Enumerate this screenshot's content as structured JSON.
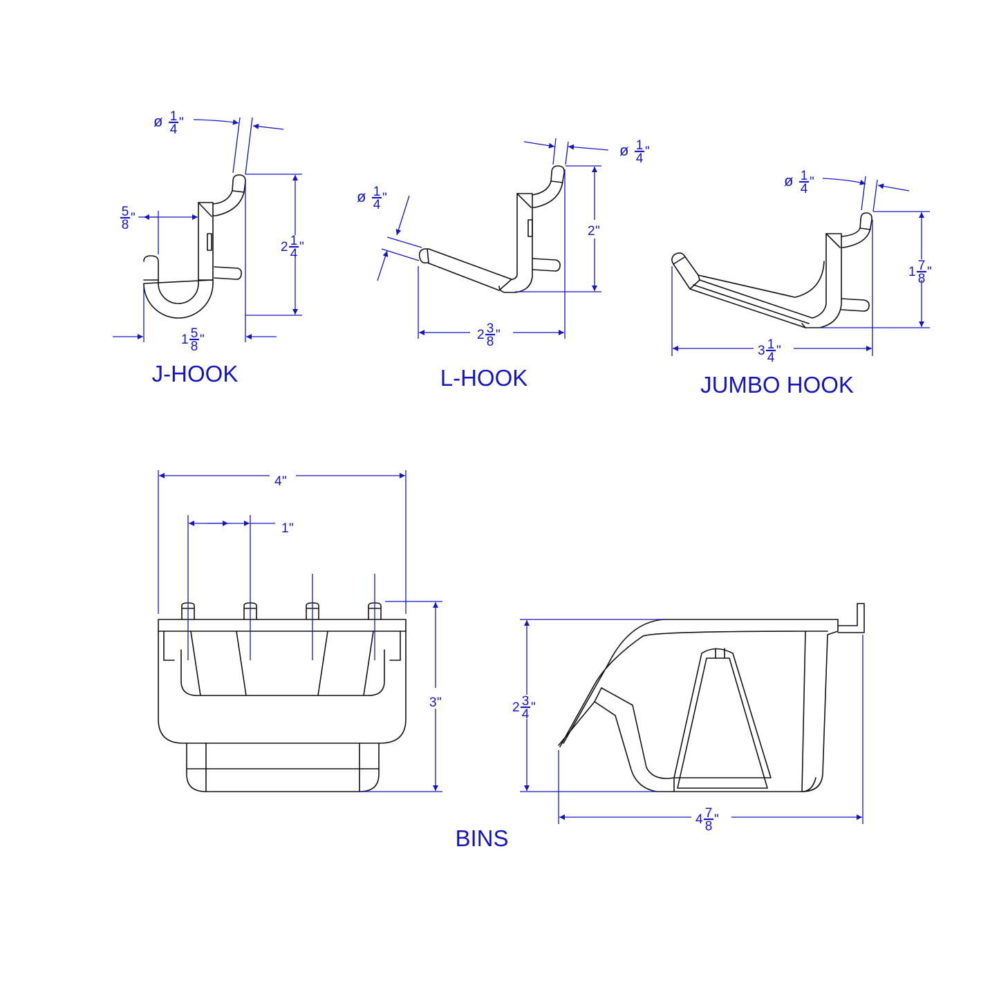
{
  "colors": {
    "dimension": "#1414c0",
    "drawing": "#111111",
    "background": "#ffffff"
  },
  "labels": {
    "j_hook": "J-HOOK",
    "l_hook": "L-HOOK",
    "jumbo_hook": "JUMBO HOOK",
    "bins": "BINS"
  },
  "dimensions": [
    {
      "id": "j-diameter",
      "prefix": "ø",
      "whole": "",
      "num": "1",
      "den": "4"
    },
    {
      "id": "j-reach",
      "prefix": "",
      "whole": "",
      "num": "5",
      "den": "8"
    },
    {
      "id": "j-height",
      "prefix": "",
      "whole": "2",
      "num": "1",
      "den": "4"
    },
    {
      "id": "j-width",
      "prefix": "",
      "whole": "1",
      "num": "5",
      "den": "8"
    },
    {
      "id": "l-diameter-top",
      "prefix": "ø",
      "whole": "",
      "num": "1",
      "den": "4"
    },
    {
      "id": "l-diameter-arm",
      "prefix": "ø",
      "whole": "",
      "num": "1",
      "den": "4"
    },
    {
      "id": "l-height",
      "prefix": "",
      "whole": "2",
      "num": "",
      "den": ""
    },
    {
      "id": "l-width",
      "prefix": "",
      "whole": "2",
      "num": "3",
      "den": "8"
    },
    {
      "id": "jumbo-diameter",
      "prefix": "ø",
      "whole": "",
      "num": "1",
      "den": "4"
    },
    {
      "id": "jumbo-height",
      "prefix": "",
      "whole": "1",
      "num": "7",
      "den": "8"
    },
    {
      "id": "jumbo-width",
      "prefix": "",
      "whole": "3",
      "num": "1",
      "den": "4"
    },
    {
      "id": "bin-width",
      "prefix": "",
      "whole": "4",
      "num": "",
      "den": ""
    },
    {
      "id": "bin-pin-spacing",
      "prefix": "",
      "whole": "1",
      "num": "",
      "den": ""
    },
    {
      "id": "bin-front-height",
      "prefix": "",
      "whole": "3",
      "num": "",
      "den": ""
    },
    {
      "id": "bin-side-height",
      "prefix": "",
      "whole": "2",
      "num": "3",
      "den": "4"
    },
    {
      "id": "bin-depth",
      "prefix": "",
      "whole": "4",
      "num": "7",
      "den": "8"
    }
  ]
}
